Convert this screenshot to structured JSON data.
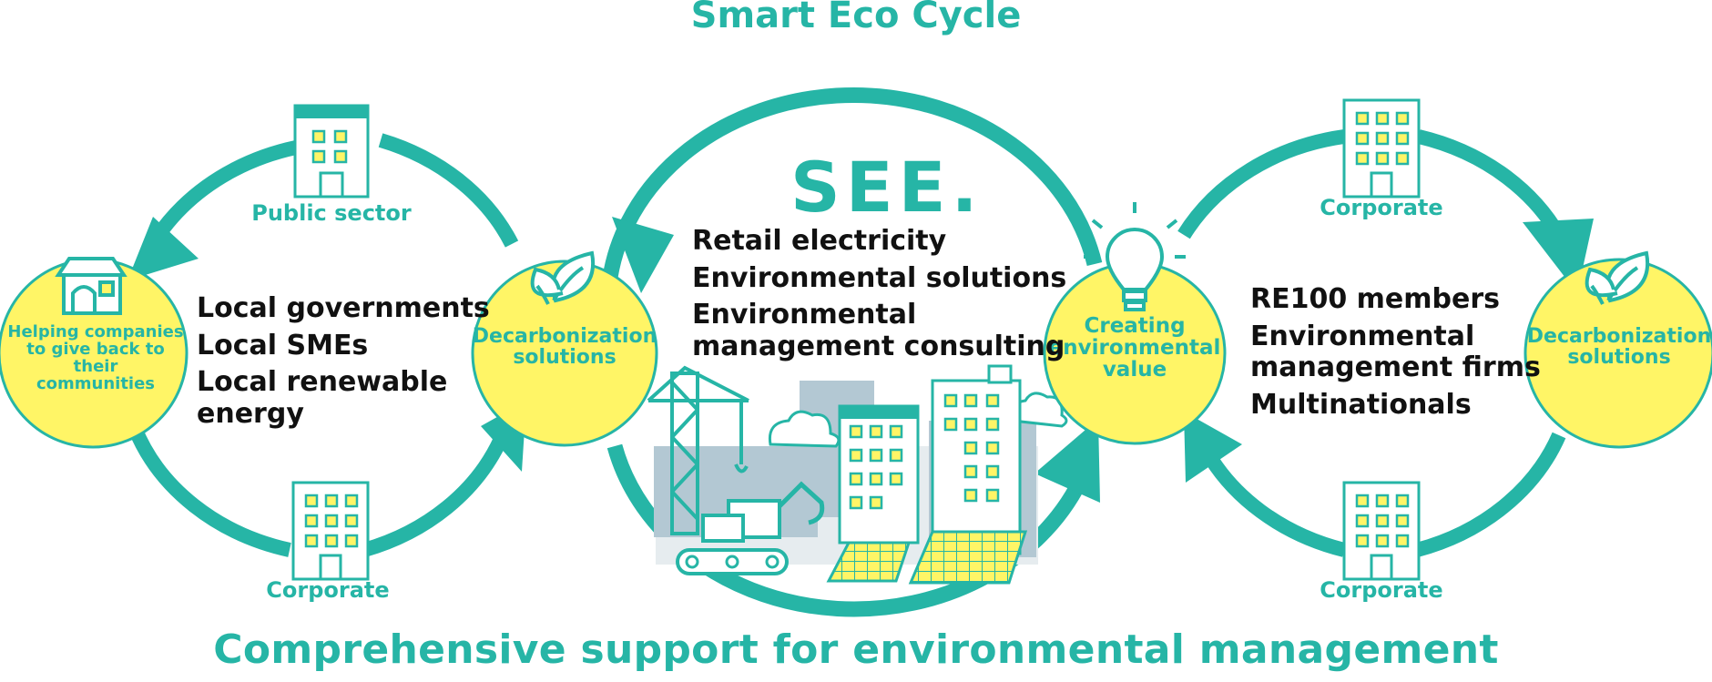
{
  "colors": {
    "teal": "#26b5a6",
    "yellow": "#fff566",
    "blue_gray": "#b3c8d3",
    "text": "#111111"
  },
  "top_title": "Smart Eco Cycle",
  "bottom_title": "Comprehensive support for environmental management",
  "left_cycle": {
    "public_sector_label": "Public sector",
    "corporate_label": "Corporate",
    "community_node": [
      "Helping companies",
      "to give back to their",
      "communities"
    ],
    "decarbonization_node": [
      "Decarbonization",
      "solutions"
    ],
    "members": [
      "Local governments",
      "Local SMEs",
      "Local renewable",
      "energy"
    ]
  },
  "center_cycle": {
    "logo": "SEE.",
    "services": [
      "Retail electricity",
      "Environmental solutions",
      "Environmental",
      "management consulting"
    ]
  },
  "right_cycle": {
    "top_label": "Corporate",
    "bottom_label": "Corporate",
    "value_node": [
      "Creating",
      "environmental",
      "value"
    ],
    "decarbonization_node": [
      "Decarbonization",
      "solutions"
    ],
    "members": [
      "RE100 members",
      "Environmental",
      "management firms",
      "Multinationals"
    ]
  },
  "icons": [
    "house-icon",
    "building-icon",
    "leaf-icon",
    "lightbulb-icon",
    "crane-icon",
    "excavator-icon",
    "solar-panel-icon",
    "cloud-icon"
  ]
}
